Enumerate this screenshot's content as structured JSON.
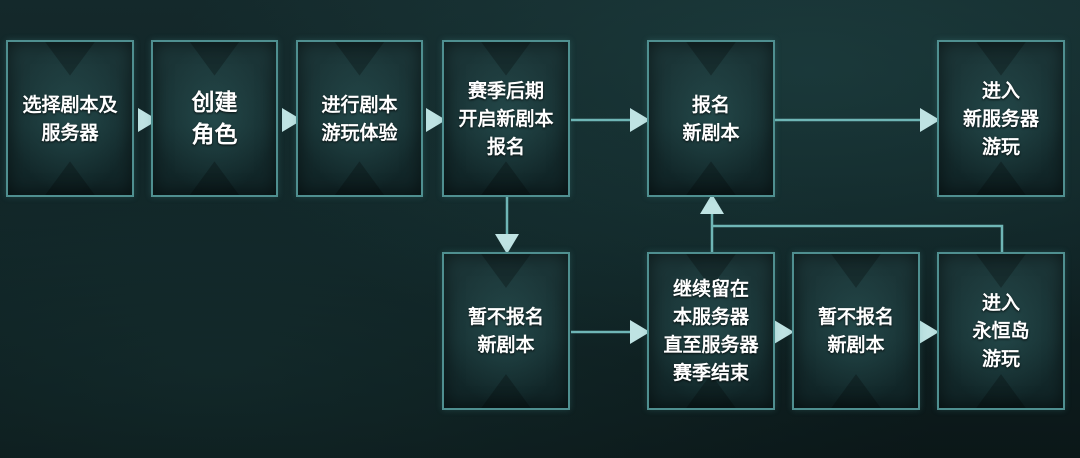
{
  "flow": {
    "nodes": [
      {
        "id": "select-script-and-server",
        "label": "选择剧本及\n服务器"
      },
      {
        "id": "create-character",
        "label": "创建\n角色"
      },
      {
        "id": "play-script-experience",
        "label": "进行剧本\n游玩体验"
      },
      {
        "id": "late-season-signup",
        "label": "赛季后期\n开启新剧本\n报名"
      },
      {
        "id": "register-new-script",
        "label": "报名\n新剧本"
      },
      {
        "id": "enter-new-server",
        "label": "进入\n新服务器\n游玩"
      },
      {
        "id": "not-register-new-script-1",
        "label": "暂不报名\n新剧本"
      },
      {
        "id": "stay-on-server-until-season-end",
        "label": "继续留在\n本服务器\n直至服务器\n赛季结束"
      },
      {
        "id": "not-register-new-script-2",
        "label": "暂不报名\n新剧本"
      },
      {
        "id": "enter-eternal-island",
        "label": "进入\n永恒岛\n游玩"
      }
    ]
  },
  "colors": {
    "node_border": "#4f8f90",
    "connector": "#6fb6b6",
    "arrow_tip": "#bfe3e3",
    "text": "#ffffff"
  }
}
